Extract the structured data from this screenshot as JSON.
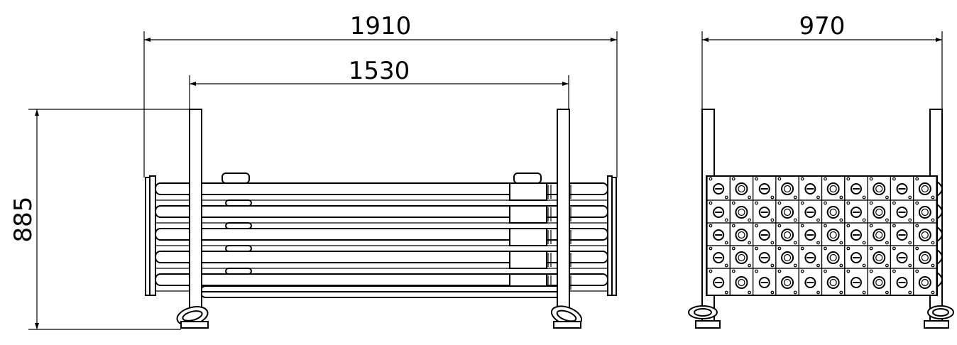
{
  "dimensions": {
    "overall_length": "1910",
    "inner_length": "1530",
    "height": "885",
    "width": "970"
  },
  "views": {
    "side_view": {
      "icon": "rack-side-view"
    },
    "end_view": {
      "icon": "rack-end-view"
    }
  },
  "colors": {
    "line": "#000000",
    "background": "#ffffff"
  }
}
